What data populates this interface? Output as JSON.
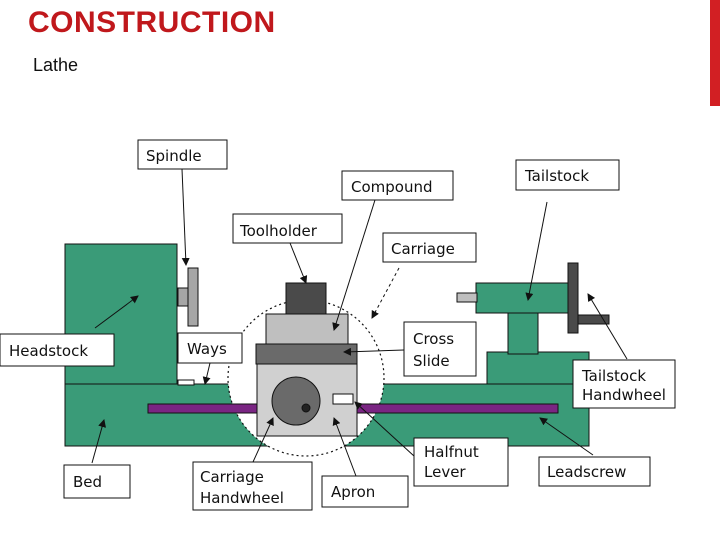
{
  "slide": {
    "title": "CONSTRUCTION",
    "subtitle": "Lathe",
    "accent_color": "#d21f23"
  },
  "diagram": {
    "colors": {
      "machine": "#3a9b78",
      "rod": "#7a2583",
      "parts_gray": "#bfbfbf",
      "dark_gray": "#6a6a6a",
      "hand_gray": "#4a4a4a"
    },
    "labels": {
      "spindle": "Spindle",
      "compound": "Compound",
      "tailstock": "Tailstock",
      "toolholder": "Toolholder",
      "carriage": "Carriage",
      "headstock": "Headstock",
      "ways": "Ways",
      "cross_slide_1": "Cross",
      "cross_slide_2": "Slide",
      "tailstock_handwheel_1": "Tailstock",
      "tailstock_handwheel_2": "Handwheel",
      "halfnut_lever_1": "Halfnut",
      "halfnut_lever_2": "Lever",
      "bed": "Bed",
      "carriage_handwheel_1": "Carriage",
      "carriage_handwheel_2": "Handwheel",
      "apron": "Apron",
      "leadscrew": "Leadscrew"
    }
  }
}
